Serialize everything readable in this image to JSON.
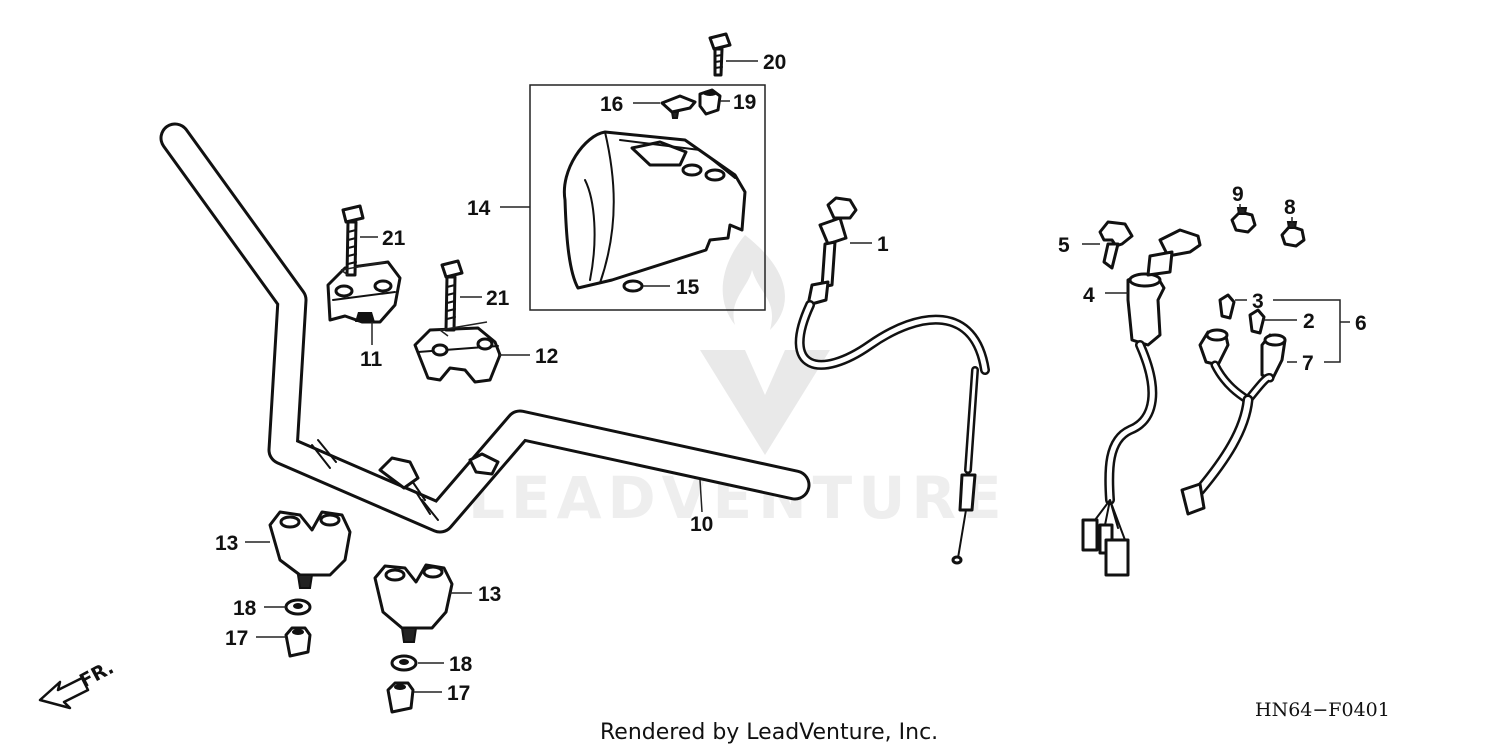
{
  "watermark": {
    "brand": "LEADVENTURE"
  },
  "labels": {
    "p1": "1",
    "p2": "2",
    "p3": "3",
    "p4": "4",
    "p5": "5",
    "p6": "6",
    "p7": "7",
    "p8": "8",
    "p9": "9",
    "p10": "10",
    "p11": "11",
    "p12": "12",
    "p13a": "13",
    "p13b": "13",
    "p14": "14",
    "p15": "15",
    "p16": "16",
    "p17a": "17",
    "p17b": "17",
    "p18a": "18",
    "p18b": "18",
    "p19": "19",
    "p20": "20",
    "p21a": "21",
    "p21b": "21"
  },
  "direction_marker": "FR.",
  "diagram_code": "HN64−F0401",
  "footer": "Rendered by LeadVenture, Inc."
}
